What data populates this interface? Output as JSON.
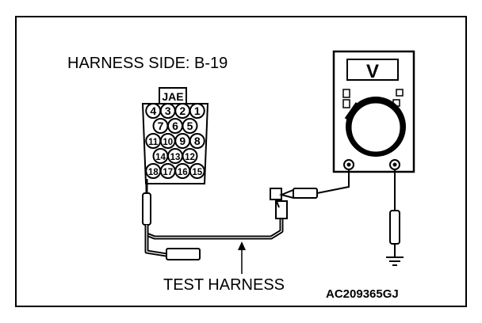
{
  "title": "HARNESS SIDE: B-19",
  "connector": {
    "maker": "JAE",
    "rows": [
      [
        "4",
        "3",
        "2",
        "1"
      ],
      [
        "7",
        "6",
        "5"
      ],
      [
        "11",
        "10",
        "9",
        "8"
      ],
      [
        "14",
        "13",
        "12"
      ],
      [
        "18",
        "17",
        "16",
        "15"
      ]
    ]
  },
  "meter": {
    "mode": "V"
  },
  "harness_label": "TEST HARNESS",
  "figure_code": "AC209365GJ"
}
